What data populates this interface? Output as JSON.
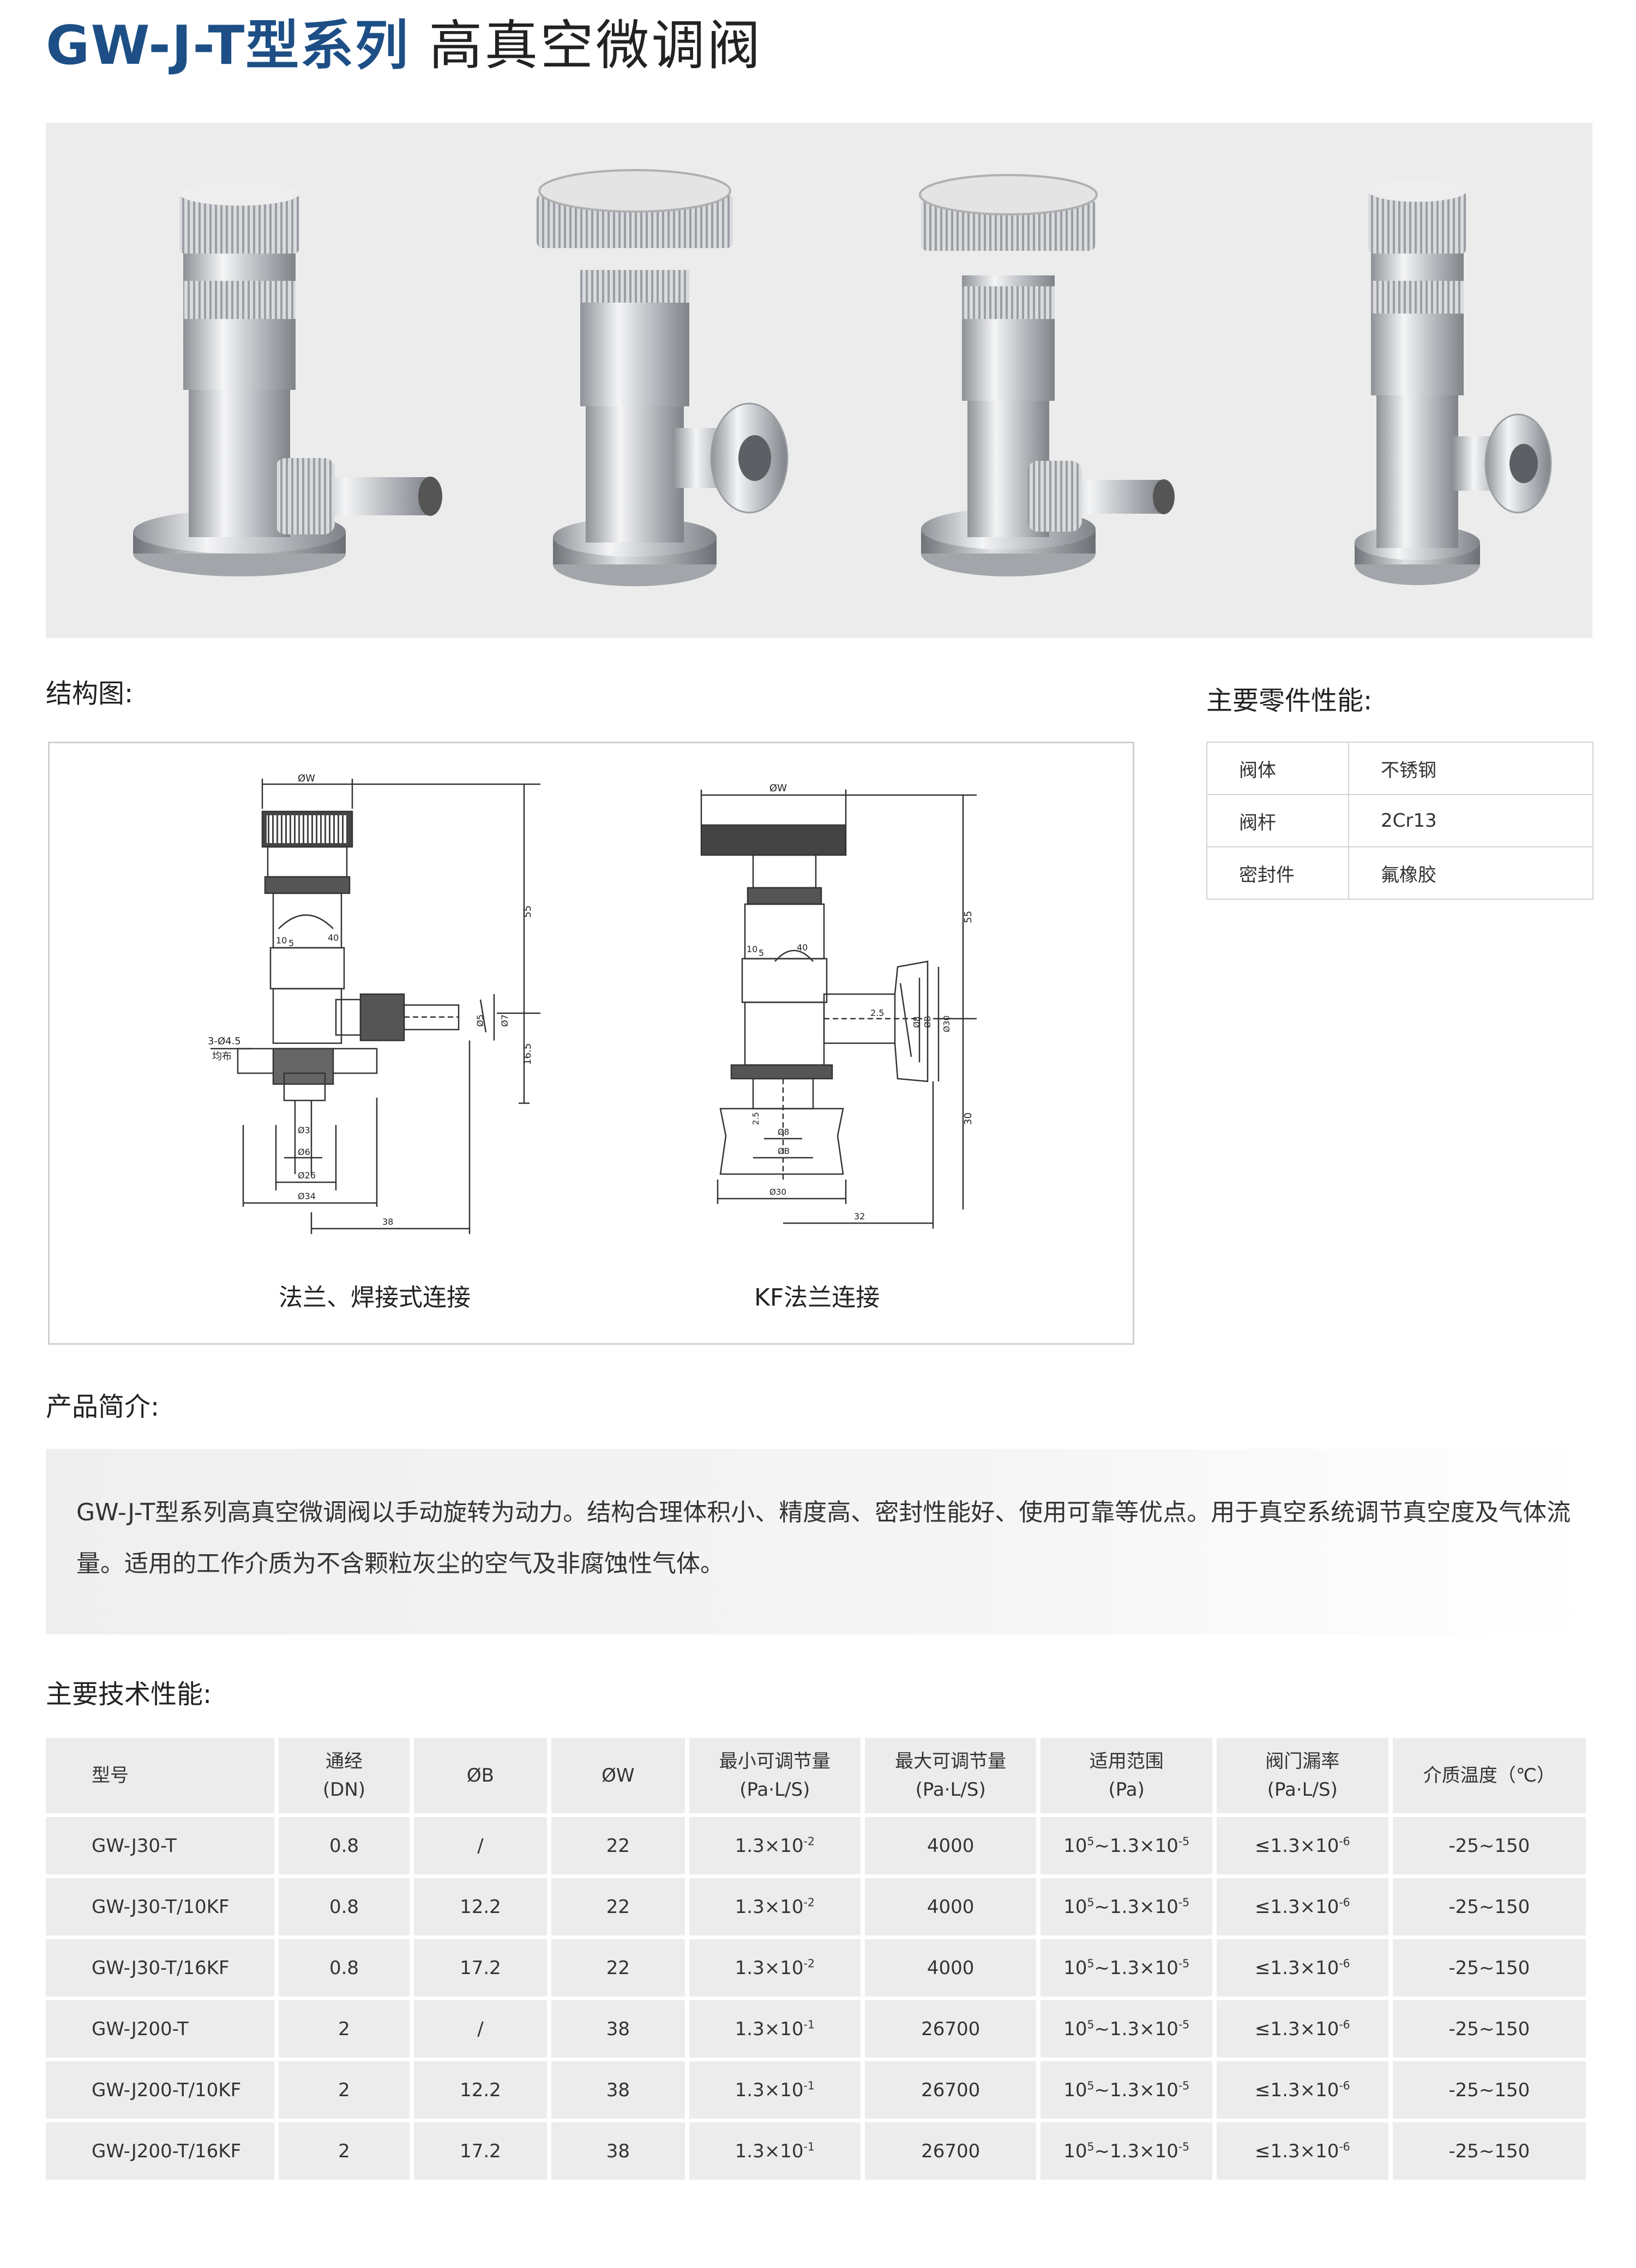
{
  "header": {
    "model": "GW-J-T型系列",
    "name": "高真空微调阀"
  },
  "photos": [
    {
      "icon": "valve-micrometer-weld-icon"
    },
    {
      "icon": "valve-dial-kf-icon"
    },
    {
      "icon": "valve-dial-weld-icon"
    },
    {
      "icon": "valve-micrometer-kf-icon"
    }
  ],
  "structure": {
    "label": "结构图:",
    "left_caption": "法兰、焊接式连接",
    "right_caption": "KF法兰连接",
    "left_dims": {
      "w": "ØW",
      "h55": "55",
      "h16": "16.5",
      "d5": "Ø5",
      "d7": "Ø7",
      "holes": "3-Ø4.5",
      "even": "均布",
      "d3": "Ø3",
      "d6": "Ø6",
      "d26": "Ø26",
      "d34": "Ø34",
      "len": "38",
      "s10": "10",
      "s5": "5",
      "s40": "40"
    },
    "right_dims": {
      "w": "ØW",
      "h55": "55",
      "h30": "30",
      "r25": "2.5",
      "d8": "Ø8",
      "dB": "ØB",
      "d30v": "Ø30",
      "d8b": "Ø8",
      "dBb": "ØB",
      "d30": "Ø30",
      "len": "32",
      "s10": "10",
      "s5": "5",
      "s40": "40",
      "r25b": "2.5"
    }
  },
  "parts": {
    "label": "主要零件性能:",
    "rows": [
      {
        "name": "阀体",
        "value": "不锈钢"
      },
      {
        "name": "阀杆",
        "value": "2Cr13"
      },
      {
        "name": "密封件",
        "value": "氟橡胶"
      }
    ]
  },
  "intro": {
    "label": "产品简介:",
    "text": "GW-J-T型系列高真空微调阀以手动旋转为动力。结构合理体积小、精度高、密封性能好、使用可靠等优点。用于真空系统调节真空度及气体流量。适用的工作介质为不含颗粒灰尘的空气及非腐蚀性气体。"
  },
  "specs": {
    "label": "主要技术性能:",
    "headers": [
      {
        "l1": "型号",
        "l2": ""
      },
      {
        "l1": "通经",
        "l2": "(DN)"
      },
      {
        "l1": "ØB",
        "l2": ""
      },
      {
        "l1": "ØW",
        "l2": ""
      },
      {
        "l1": "最小可调节量",
        "l2": "(Pa·L/S)"
      },
      {
        "l1": "最大可调节量",
        "l2": "(Pa·L/S)"
      },
      {
        "l1": "适用范围",
        "l2": "(Pa)"
      },
      {
        "l1": "阀门漏率",
        "l2": "(Pa·L/S)"
      },
      {
        "l1": "介质温度（℃）",
        "l2": ""
      }
    ],
    "rows": [
      {
        "model": "GW-J30-T",
        "dn": "0.8",
        "b": "/",
        "w": "22",
        "min_base": "1.3×10",
        "min_exp": "-2",
        "max": "4000",
        "range_a": "10",
        "range_a_exp": "5",
        "range_b": "~1.3×10",
        "range_b_exp": "-5",
        "leak": "≤1.3×10",
        "leak_exp": "-6",
        "temp": "-25~150"
      },
      {
        "model": "GW-J30-T/10KF",
        "dn": "0.8",
        "b": "12.2",
        "w": "22",
        "min_base": "1.3×10",
        "min_exp": "-2",
        "max": "4000",
        "range_a": "10",
        "range_a_exp": "5",
        "range_b": "~1.3×10",
        "range_b_exp": "-5",
        "leak": "≤1.3×10",
        "leak_exp": "-6",
        "temp": "-25~150"
      },
      {
        "model": "GW-J30-T/16KF",
        "dn": "0.8",
        "b": "17.2",
        "w": "22",
        "min_base": "1.3×10",
        "min_exp": "-2",
        "max": "4000",
        "range_a": "10",
        "range_a_exp": "5",
        "range_b": "~1.3×10",
        "range_b_exp": "-5",
        "leak": "≤1.3×10",
        "leak_exp": "-6",
        "temp": "-25~150"
      },
      {
        "model": "GW-J200-T",
        "dn": "2",
        "b": "/",
        "w": "38",
        "min_base": "1.3×10",
        "min_exp": "-1",
        "max": "26700",
        "range_a": "10",
        "range_a_exp": "5",
        "range_b": "~1.3×10",
        "range_b_exp": "-5",
        "leak": "≤1.3×10",
        "leak_exp": "-6",
        "temp": "-25~150"
      },
      {
        "model": "GW-J200-T/10KF",
        "dn": "2",
        "b": "12.2",
        "w": "38",
        "min_base": "1.3×10",
        "min_exp": "-1",
        "max": "26700",
        "range_a": "10",
        "range_a_exp": "5",
        "range_b": "~1.3×10",
        "range_b_exp": "-5",
        "leak": "≤1.3×10",
        "leak_exp": "-6",
        "temp": "-25~150"
      },
      {
        "model": "GW-J200-T/16KF",
        "dn": "2",
        "b": "17.2",
        "w": "38",
        "min_base": "1.3×10",
        "min_exp": "-1",
        "max": "26700",
        "range_a": "10",
        "range_a_exp": "5",
        "range_b": "~1.3×10",
        "range_b_exp": "-5",
        "leak": "≤1.3×10",
        "leak_exp": "-6",
        "temp": "-25~150"
      }
    ]
  },
  "colors": {
    "title_blue": "#1d4f86",
    "panel_gray": "#ececec",
    "metal": "#b9bdc2"
  }
}
